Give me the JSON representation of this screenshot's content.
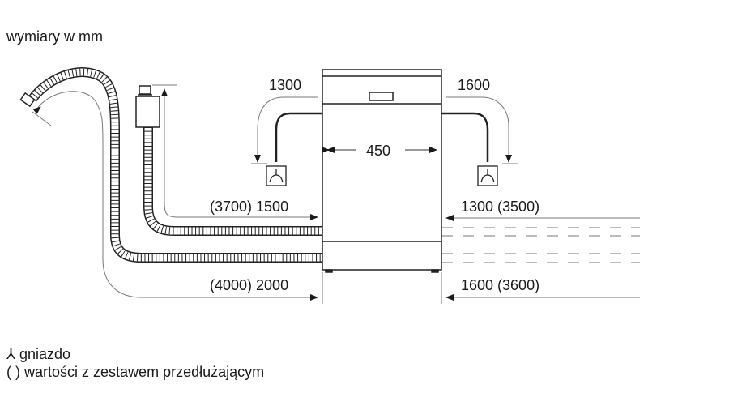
{
  "title": "wymiary w mm",
  "dimensions": {
    "left_drain_height": "1300",
    "right_drain_height": "1600",
    "width": "450",
    "left_inlet": "(3700) 1500",
    "left_drain": "(4000) 2000",
    "right_inlet": "1300 (3500)",
    "right_drain": "1600 (3600)"
  },
  "legend": {
    "socket_symbol": "⅄",
    "socket_label": "gniazdo",
    "brackets_symbol": "( )",
    "brackets_label": "wartości z zestawem przedłużającym"
  }
}
